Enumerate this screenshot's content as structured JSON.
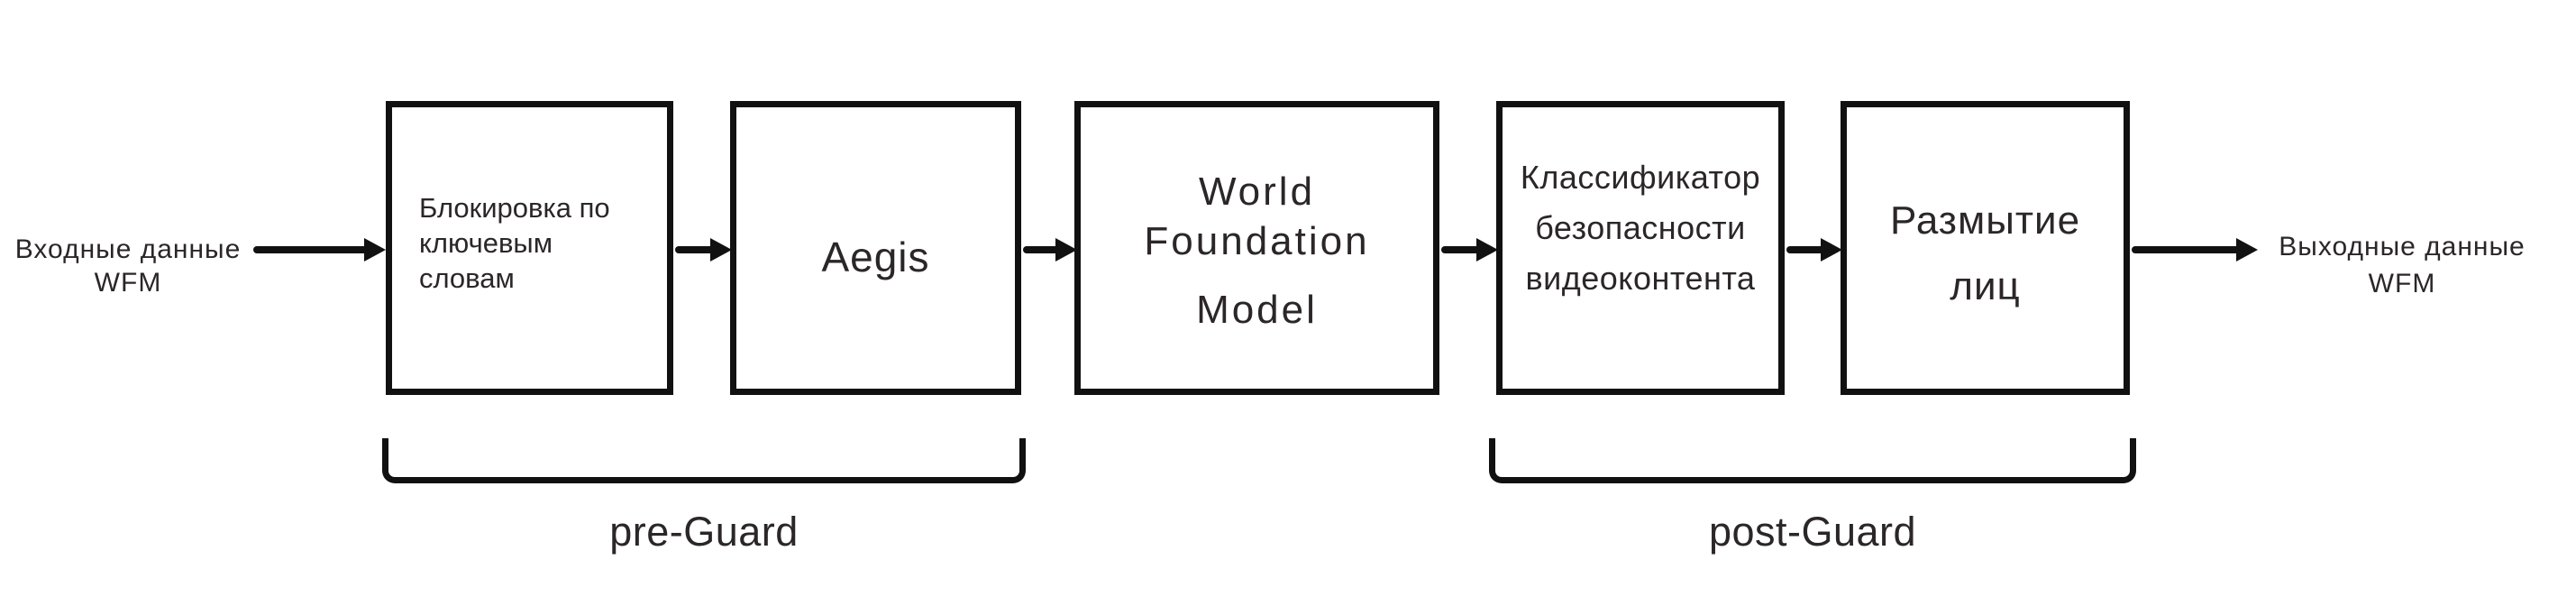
{
  "diagram": {
    "input": {
      "line1": "Входные данные",
      "line2": "WFM"
    },
    "output": {
      "line1": "Выходные данные",
      "line2": "WFM"
    },
    "boxes": {
      "keyword_blocking": {
        "line1": "Блокировка по",
        "line2": "ключевым",
        "line3": "словам"
      },
      "aegis": {
        "label": "Aegis"
      },
      "world_foundation_model": {
        "line1": "World",
        "line2": "Foundation",
        "line3": "Model"
      },
      "safety_classifier": {
        "line1": "Классификатор",
        "line2": "безопасности",
        "line3": "видеоконтента"
      },
      "face_blur": {
        "line1": "Размытие",
        "line2": "лиц"
      }
    },
    "groups": {
      "pre_guard": {
        "label": "pre-Guard"
      },
      "post_guard": {
        "label": "post-Guard"
      }
    },
    "colors": {
      "line": "#111111",
      "text": "#2b2627",
      "background": "#ffffff"
    }
  }
}
